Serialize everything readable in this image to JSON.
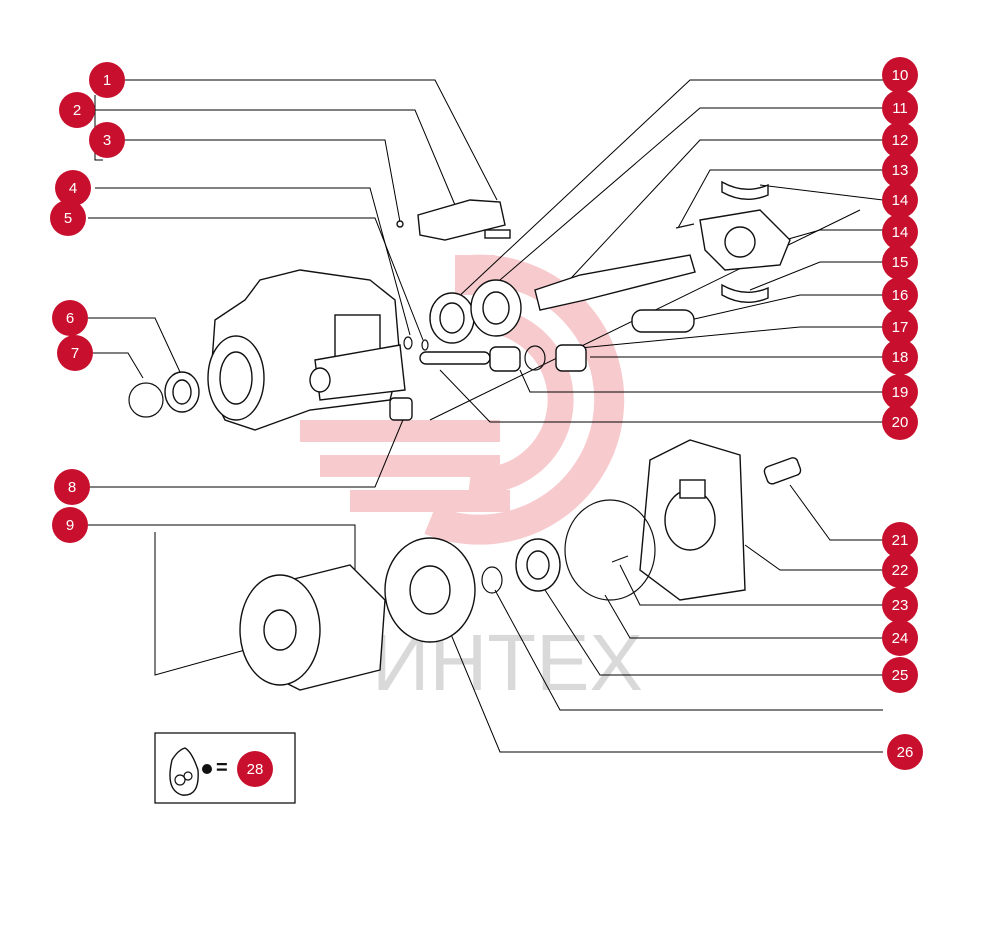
{
  "watermark": {
    "text": "ИНТЕХ",
    "color": "#f2a0a6"
  },
  "brand_color": "#c8102e",
  "callouts": [
    "1",
    "2",
    "3",
    "4",
    "5",
    "6",
    "7",
    "8",
    "9",
    "10",
    "11",
    "12",
    "13",
    "14",
    "14",
    "15",
    "16",
    "17",
    "18",
    "19",
    "20",
    "21",
    "22",
    "23",
    "24",
    "25",
    "26",
    "27"
  ],
  "legend": {
    "equals": "=",
    "number": "28",
    "icon": "bag-of-seals-icon"
  }
}
